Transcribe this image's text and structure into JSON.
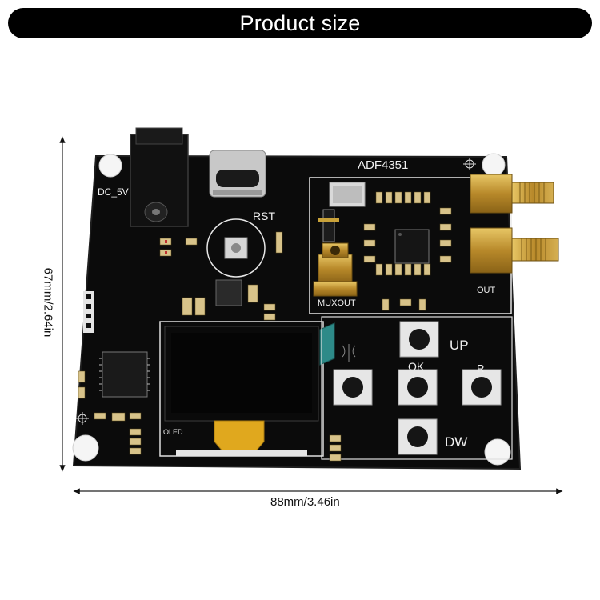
{
  "header": {
    "title": "Product size"
  },
  "dimensions": {
    "width_label": "88mm/3.46in",
    "height_label": "67mm/2.64in"
  },
  "board": {
    "chip_label": "ADF4351",
    "power_label": "DC_5V",
    "reset_label": "RST",
    "mux_label": "MUXOUT",
    "out_label": "OUT+",
    "display_label": "OLED",
    "buttons": {
      "up": "UP",
      "ok": "OK",
      "right": "R",
      "down": "DW"
    }
  },
  "colors": {
    "pcb": "#0b0b0b",
    "silkscreen": "#f2f2f2",
    "gold": "#c9a23a",
    "ribbon": "#e0a81e",
    "header_bg": "#000000"
  }
}
